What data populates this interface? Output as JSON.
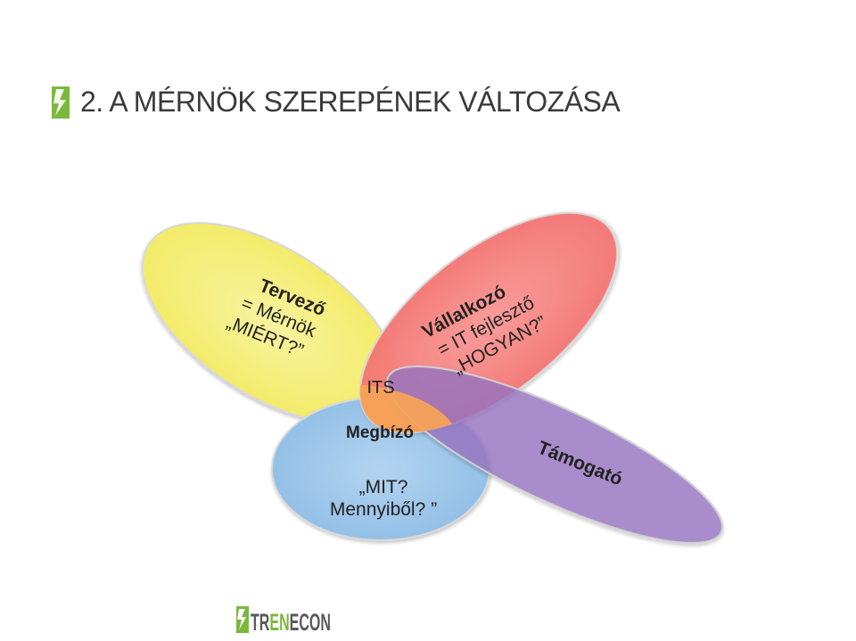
{
  "title": "2. A MÉRNÖK SZEREPÉNEK VÁLTOZÁSA",
  "colors": {
    "accent": "#7bb83c",
    "tervezo": "#f5ef7a",
    "vallalkozo": "#f47a78",
    "megbizo": "#9ec7ea",
    "tamogato": "#a27fc8",
    "overlap_orange": "#f6a259",
    "text": "#222222"
  },
  "petals": {
    "tervezo": {
      "line1": "Tervező",
      "line2": "= Mérnök",
      "line3": "„MIÉRT?”"
    },
    "vallalkozo": {
      "line1": "Vállalkozó",
      "line2": "= IT fejlesztő",
      "line3": "„HOGYAN?”"
    },
    "megbizo": {
      "line1": "Megbízó",
      "line2": "„MIT?",
      "line3": "Mennyiből? ”"
    },
    "tamogato": {
      "line1": "Támogató"
    }
  },
  "center_label": "ITS",
  "logo": {
    "part1": "TR",
    "part2": "EN",
    "part3": "ECON"
  }
}
